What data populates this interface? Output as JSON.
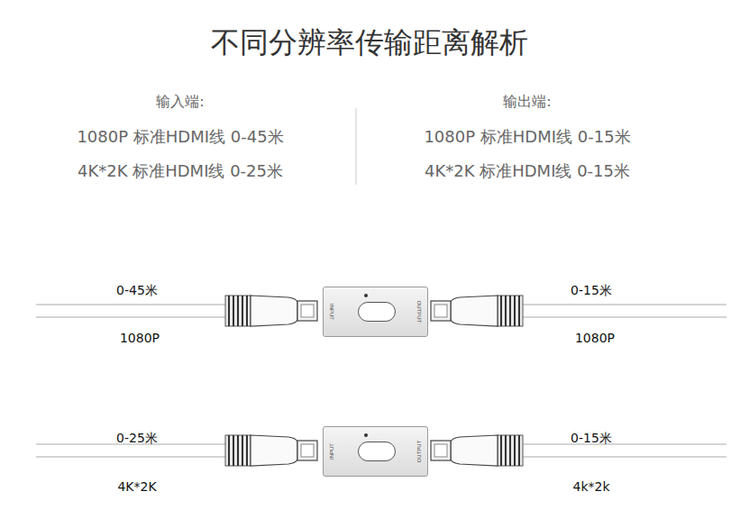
{
  "diagram": {
    "title": "不同分辨率传输距离解析",
    "nodes": [
      {
        "text": [
          "INPUT",
          "OUTPUT"
        ]
      },
      {
        "text": [
          "INPUT",
          "OUTPUT"
        ]
      }
    ],
    "labels": [
      "输入端:",
      "1080P 标准HDMI线 0-45米",
      "4K*2K 标准HDMI线 0-25米",
      "输出端:",
      "1080P 标准HDMI线 0-15米",
      "4K*2K 标准HDMI线 0-15米",
      "0-45米",
      "1080P",
      "0-15米",
      "1080P",
      "0-25米",
      "4K*2K",
      "0-15米",
      "4k*2k"
    ]
  }
}
